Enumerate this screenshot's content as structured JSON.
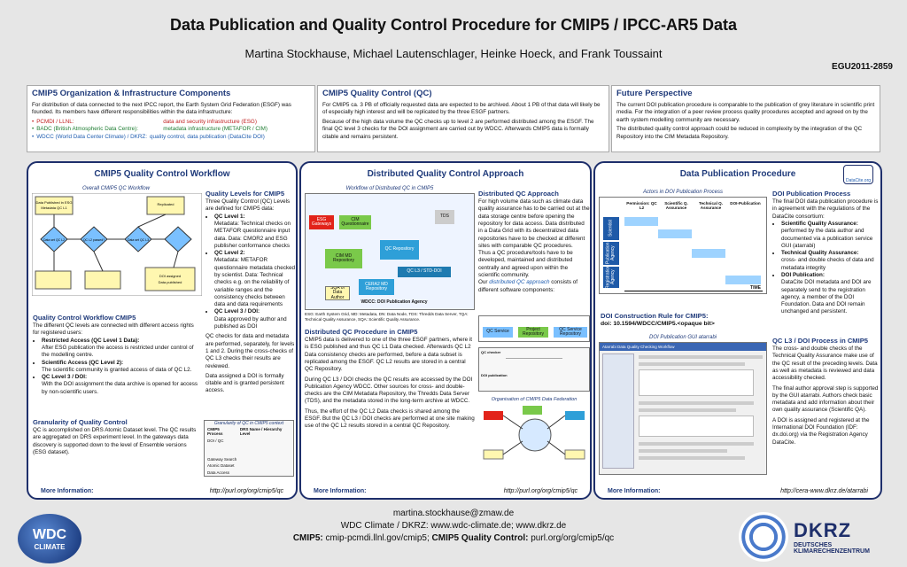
{
  "header": {
    "title": "Data Publication and Quality Control Procedure for CMIP5 / IPCC-AR5 Data",
    "authors": "Martina Stockhause, Michael Lautenschlager, Heinke Hoeck, and Frank Toussaint",
    "code": "EGU2011-2859"
  },
  "org": {
    "title": "CMIP5 Organization & Infrastructure Components",
    "text": "For distribution of data connected to the next IPCC report, the Earth System Grid Federation (ESGF) was founded. Its members have different responsibilities within the data infrastructure:",
    "items": [
      {
        "name": "PCMDI / LLNL:",
        "desc": "data and security infrastructure (ESG)",
        "color": "#c02020"
      },
      {
        "name": "BADC (British Atmospheric Data Centre):",
        "desc": "metadata infrastructure (METAFOR / CIM)",
        "color": "#1e7d32"
      },
      {
        "name": "WDCC (World Data Center Climate) / DKRZ:",
        "desc": "quality control, data publication (DataCite DOI)",
        "color": "#1f5db0"
      }
    ]
  },
  "qc": {
    "title": "CMIP5 Quality Control (QC)",
    "text1": "For CMIP5 ca. 3 PB of officially requested data are expected to be archived. About 1 PB of that data will likely be of especially high interest and will be replicated by the three ESGF partners.",
    "text2": "Because of the high data volume the QC checks up to level 2 are performed distributed among the ESGF. The final QC level 3 checks for the DOI assignment are carried out by WDCC. Afterwards CMIP5 data is formally citable and remains persistent."
  },
  "future": {
    "title": "Future Perspective",
    "text1": "The current DOI publication procedure is comparable to the publication of grey literature in scientific print media. For the integration of a peer review process quality procedures accepted and agreed on by the earth system modelling community are necessary.",
    "text2": "The distributed quality control approach could be reduced in complexity by the integration of the QC Repository into the CIM Metadata Repository."
  },
  "workflow": {
    "title": "CMIP5 Quality Control Workflow",
    "diagram_title": "Overall CMIP5 QC Workflow",
    "diagram_nodes": [
      "Data Published in ESG",
      "Metadata QC L1",
      "Replicated",
      "Data set QC L2",
      "QC L2 passed?",
      "Data set QC L3",
      "DOI assigned",
      "Data published"
    ],
    "levels_title": "Quality Levels for CMIP5",
    "levels_intro": "Three Quality Control (QC) Levels are defined for CMIP5 data:",
    "levels": [
      {
        "name": "QC Level 1:",
        "text": "Metadata: Technical checks on METAFOR questionnaire input data. Data: CMOR2 and ESG publisher conformance checks"
      },
      {
        "name": "QC Level 2:",
        "text": "Metadata: METAFOR questionnaire metadata checked by scientist. Data: Technical checks e.g. on the reliability of variable ranges and the consistency checks between data and data requirements"
      },
      {
        "name": "QC Level 3 / DOI:",
        "text": "Data approved by author and published as DOI"
      }
    ],
    "levels_extra1": "QC checks for data and metadata are performed, separately, for levels 1 and 2. During the cross-checks of QC L3 checks their results are reviewed.",
    "levels_extra2": "Data assigned a DOI is formally citable and is granted persistent access.",
    "wf_title": "Quality Control Workflow CMIP5",
    "wf_intro": "The different QC levels are connected with different access rights for registered users:",
    "wf_items": [
      {
        "name": "Restricted Access (QC Level 1 Data):",
        "text": "After ESG publication the access is restricted under control of the modelling centre."
      },
      {
        "name": "Scientific Access (QC Level 2):",
        "text": "The scientific community is granted access of data of QC L2."
      },
      {
        "name": "QC Level 3 / DOI:",
        "text": "With the DOI assignment the data archive is opened for access by non-scientific users."
      }
    ],
    "gran_title": "Granularity of Quality Control",
    "gran_text": "QC is accomplished on DRS Atomic Dataset level. The QC results are aggregated on DRS experiment level. In the gateways data discovery is supported down to the level of Ensemble versions (ESG dataset).",
    "gran_diagram_title": "Granularity of QC in CMIP5 context",
    "gran_cols": [
      "CMIP5 Process",
      "DRS Name / Hierarchy Level"
    ],
    "gran_rows": [
      "DOI / QC",
      "Gateway Search",
      "Atomic Dataset",
      "Data Access"
    ],
    "more_label": "More Information:",
    "more_url": "http://purl.org/org/cmip5/qc"
  },
  "distributed": {
    "title": "Distributed Quality Control Approach",
    "diagram_title": "Workflow of Distributed QC in CMIP5",
    "diagram_nodes": [
      "ESG Gateways",
      "CIM Questionnaire",
      "QC Repository",
      "CIM MD Repository",
      "QC L3 / STD-DOI",
      "TDS",
      "CERA2 MD Repository",
      "SQA of Data Author",
      "WDCC: DOI Publication Agency"
    ],
    "diagram_caption": "ESG: Earth System Grid, MD: Metadata, DN: Data Node, TDS: Thredds Data Server, TQA: Technical Quality Assurance, SQA: Scientific Quality Assurance.",
    "approach_title": "Distributed QC Approach",
    "approach_text": "For high volume data such as climate data quality assurance has to be carried out at the data storage centre before opening the repository for data access. Data distributed in a Data Grid with its decentralized data repositories have to be checked at different sites with comparable QC procedures.",
    "approach_text2": "Thus a QC procedure/tools have to be developed, maintained and distributed centrally and agreed upon within the scientific community.",
    "approach_text3_pre": "Our ",
    "approach_text3_link": "distributed QC approach",
    "approach_text3_post": " consists of different software components:",
    "components": [
      "QC Service",
      "Project Repository",
      "QC Service Repository"
    ],
    "proc_title": "Distributed QC Procedure in CMIP5",
    "proc_text1": "CMIP5 data is delivered to one of the three ESGF partners, where it is ESG published and thus QC L1 Data checked. Afterwards QC L2 Data consistency checks are performed, before a data subset is replicated among the ESGF. QC L2 results are stored in a central QC Repository.",
    "proc_text2": "During QC L3 / DOI checks the QC results are accessed by the DOI Publication Agency WDCC. Other sources for cross- and double-checks are the CIM Metadata Repository, the Thredds Data Server (TDS), and the metadata stored in the long-term archive at WDCC.",
    "proc_text3": "Thus, the effort of the QC L2 Data checks is shared among the ESGF. But the QC L3 / DOI checks are performed at one site making use of the QC L2 results stored in a central QC Repository.",
    "qc_checker_label": "QC checker",
    "doi_pub_label": "DOI publication",
    "org_title": "Organisation of CMIP5 Data Federation",
    "more_label": "More Information:",
    "more_url": "http://purl.org/org/cmip5/qc"
  },
  "publication": {
    "title": "Data Publication Procedure",
    "datacite_label": "DataCite.org",
    "actors_title": "Actors in DOI Publication Process",
    "actors_cols": [
      "Permission: QC L2",
      "Scientific Q. Assurance",
      "Technical Q. Assurance",
      "DOI-Publication"
    ],
    "actors_rows": [
      "Scientist",
      "Publication Agency",
      "Registration Agency"
    ],
    "time_label": "TIME",
    "doi_title": "DOI Publication Process",
    "doi_text": "The final DOI data publication procedure is in agreement with the regulations of the DataCite consortium:",
    "doi_items": [
      {
        "name": "Scientific Quality Assurance:",
        "text": "performed by the data author and documented via a publication service GUI (atarrabi)"
      },
      {
        "name": "Technical Quality Assurance:",
        "text": "cross- and double checks of data and metadata integrity"
      },
      {
        "name": "DOI Publication:",
        "text": "DataCite DOI metadata and DOI are separately send to the registration agency, a member of the DOI Foundation. Data and DOI remain unchanged and persistent."
      }
    ],
    "rule_title": "DOI Construction Rule for CMIP5:",
    "rule_text": "doi: 10.1594/WDCC/CMIP5.<opaque bit>",
    "gui_title": "DOI Publication GUI atarrabi",
    "gui_window_title": "Atarrabi Data Quality Checking Workflow",
    "l3_title": "QC L3 / DOI Process in CMIP5",
    "l3_text1": "The cross- and double checks of the Technical Quality Assurance make use of the QC result of the preceding levels. Data as well as metadata is reviewed and data accessibility checked.",
    "l3_text2": "The final author approval step is supported by the GUI atarrabi. Authors check basic metadata and add information about their own quality assurance (Scientific QA).",
    "l3_text3": "A DOI is assigned and registered at the International DOI Foundation (IDF: dx.doi.org) via the Registration Agency DataCite.",
    "more_label": "More Information:",
    "more_url": "http://cera-www.dkrz.de/atarrabi"
  },
  "footer": {
    "email": "martina.stockhause@zmaw.de",
    "wdc": "WDC Climate / DKRZ: www.wdc-climate.de; www.dkrz.de",
    "cmip5_label": "CMIP5:",
    "cmip5_url": "cmip-pcmdi.llnl.gov/cmip5;",
    "qc_label": "CMIP5 Quality Control:",
    "qc_url": "purl.org/org/cmip5/qc",
    "logo_left_line1": "WDC",
    "logo_left_line2": "CLIMATE",
    "logo_right_main": "DKRZ",
    "logo_right_sub1": "DEUTSCHES",
    "logo_right_sub2": "KLIMARECHENZENTRUM"
  }
}
